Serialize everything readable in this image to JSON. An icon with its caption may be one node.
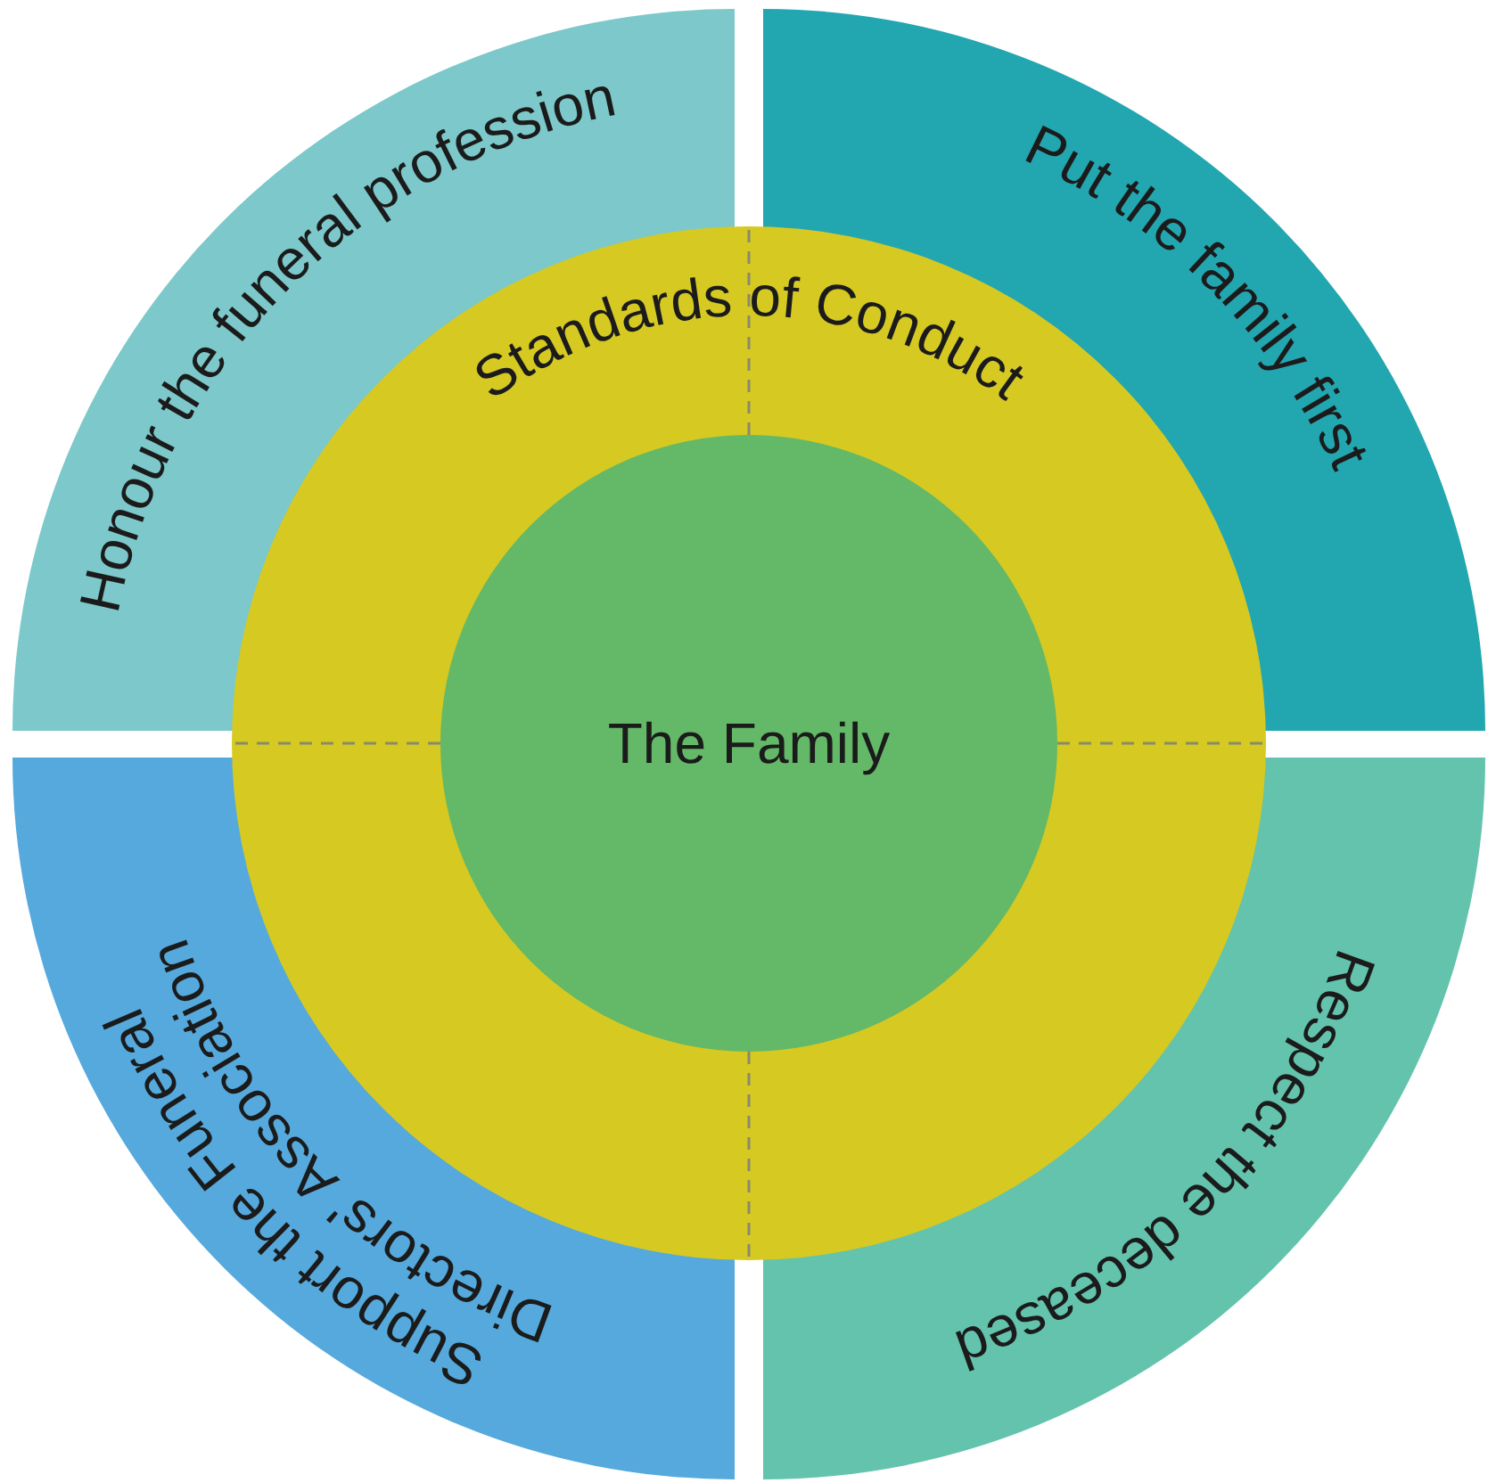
{
  "diagram": {
    "nodes": [
      {
        "text": [
          "Honour the funeral profession"
        ]
      },
      {
        "text": [
          "Put the family first"
        ]
      },
      {
        "text": [
          "Support the Funeral Directors' Association"
        ]
      },
      {
        "text": [
          "Respect the deceased"
        ]
      },
      {
        "text": [
          "Standards of Conduct"
        ]
      },
      {
        "text": [
          "The Family"
        ],
        "in": 4
      }
    ]
  }
}
